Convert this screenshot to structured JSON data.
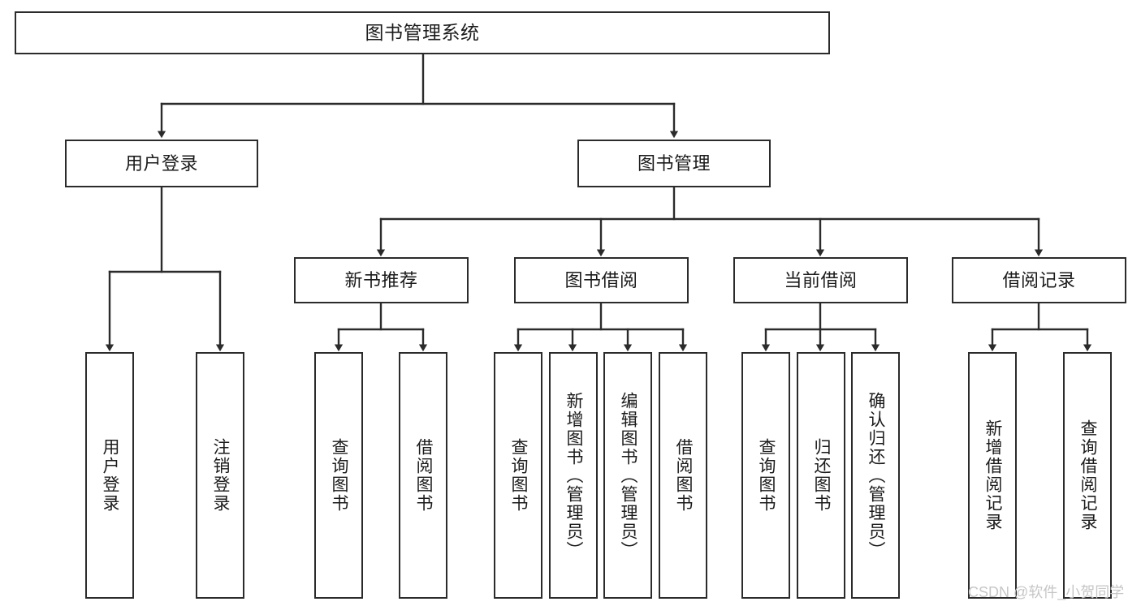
{
  "diagram": {
    "title": "图书管理系统",
    "type": "tree-hierarchy-chart",
    "orientation": "top-down",
    "levels": 4
  },
  "nodes": {
    "root": {
      "label": "图书管理系统"
    },
    "level2": [
      {
        "id": "user-login",
        "label": "用户登录"
      },
      {
        "id": "book-manage",
        "label": "图书管理"
      }
    ],
    "level3": [
      {
        "id": "new-book-recommend",
        "label": "新书推荐"
      },
      {
        "id": "book-borrow",
        "label": "图书借阅"
      },
      {
        "id": "current-borrow",
        "label": "当前借阅"
      },
      {
        "id": "borrow-record",
        "label": "借阅记录"
      }
    ],
    "leaves": [
      {
        "id": "leaf-user-login",
        "label": "用户登录"
      },
      {
        "id": "leaf-logout-login",
        "label": "注销登录"
      },
      {
        "id": "leaf-query-book-1",
        "label": "查询图书"
      },
      {
        "id": "leaf-borrow-book-1",
        "label": "借阅图书"
      },
      {
        "id": "leaf-query-book-2",
        "label": "查询图书"
      },
      {
        "id": "leaf-add-book",
        "label": "新增图书（管理员）"
      },
      {
        "id": "leaf-edit-book",
        "label": "编辑图书（管理员）"
      },
      {
        "id": "leaf-borrow-book-2",
        "label": "借阅图书"
      },
      {
        "id": "leaf-query-book-3",
        "label": "查询图书"
      },
      {
        "id": "leaf-return-book",
        "label": "归还图书"
      },
      {
        "id": "leaf-confirm-return",
        "label": "确认归还（管理员）"
      },
      {
        "id": "leaf-add-record",
        "label": "新增借阅记录"
      },
      {
        "id": "leaf-query-record",
        "label": "查询借阅记录"
      }
    ]
  },
  "watermark": {
    "text": "CSDN @软件_小贺同学"
  },
  "colors": {
    "border": "#2b2b2b",
    "background": "#ffffff",
    "text": "#1b1b1b",
    "watermark": "#c6c6c6"
  }
}
